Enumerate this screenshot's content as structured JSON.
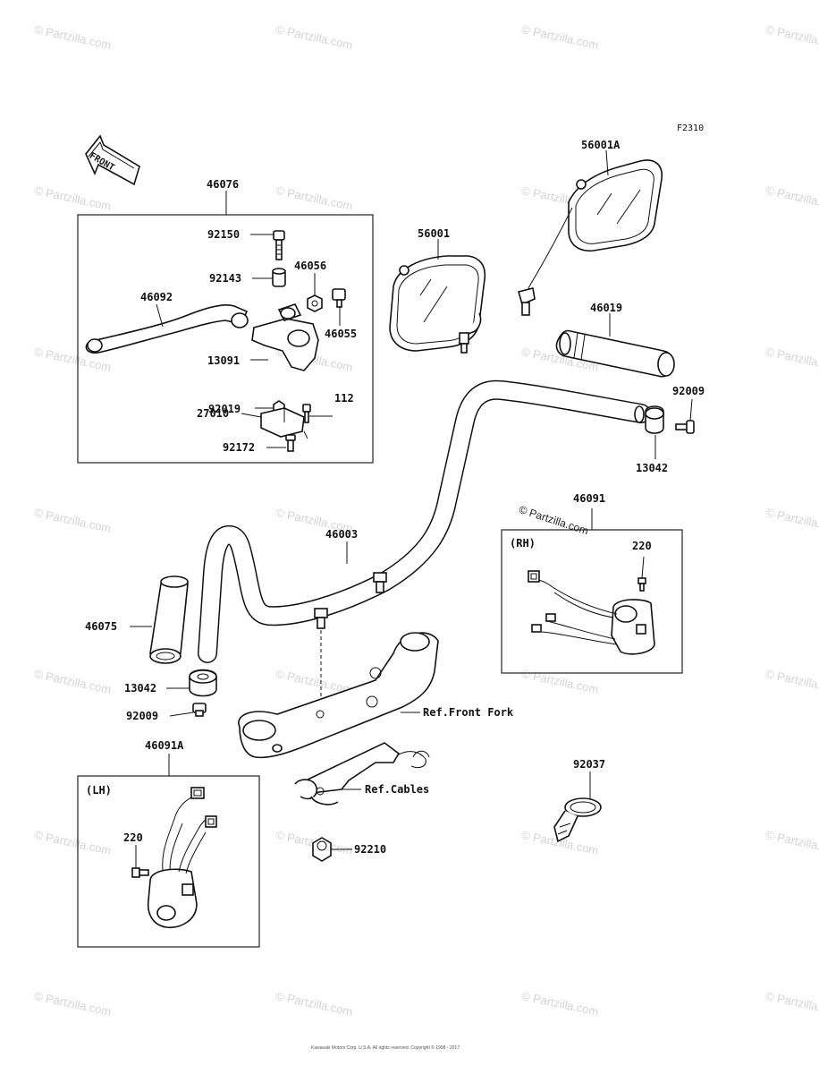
{
  "figure_code": "F2310",
  "front_label": "FRONT",
  "watermark": "© Partzilla.com",
  "copyright_line1": "Kawasaki Motors Corp. U.S.A. All rights reserved. Copyright © 1998 - 2017",
  "copyright_line2": "",
  "parts": {
    "p46076": "46076",
    "p92150": "92150",
    "p92143": "92143",
    "p46056": "46056",
    "p46092": "46092",
    "p46055": "46055",
    "p13091": "13091",
    "p92019": "92019",
    "p112": "112",
    "p27010": "27010",
    "p92172": "92172",
    "p56001": "56001",
    "p56001A": "56001A",
    "p46019": "46019",
    "p92009a": "92009",
    "p13042a": "13042",
    "p46091": "46091",
    "p220a": "220",
    "p46003": "46003",
    "p46075": "46075",
    "p13042b": "13042",
    "p92009b": "92009",
    "p46091A": "46091A",
    "p220b": "220",
    "p92210": "92210",
    "p92037": "92037"
  },
  "refs": {
    "front_fork": "Ref.Front Fork",
    "cables": "Ref.Cables"
  },
  "sides": {
    "rh": "(RH)",
    "lh": "(LH)"
  }
}
